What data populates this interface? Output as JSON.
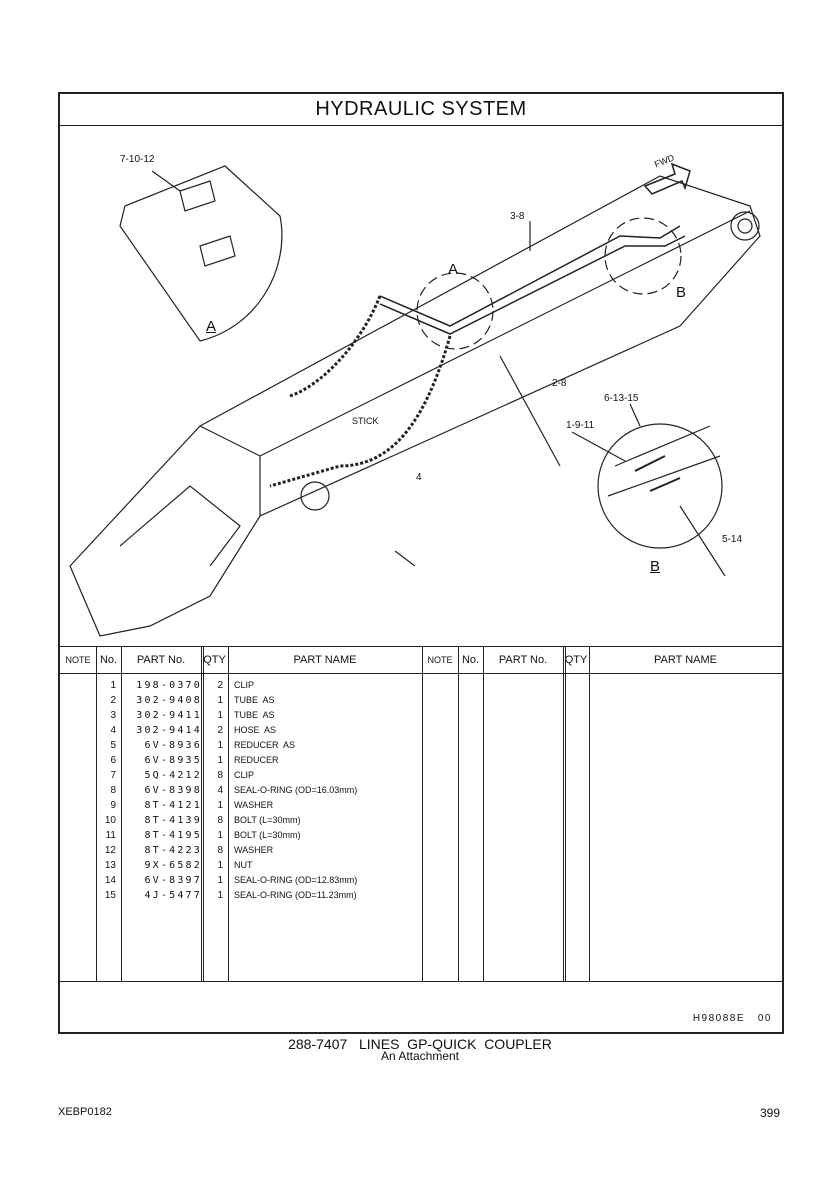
{
  "title": "HYDRAULIC  SYSTEM",
  "drawing": {
    "callouts": {
      "c1": "7-10-12",
      "c2": "A",
      "c3": "3-8",
      "c4": "A",
      "c5": "B",
      "c6": "2-8",
      "c7": "STICK",
      "c8": "6-13-15",
      "c9": "1-9-11",
      "c10": "4",
      "c11": "5-14",
      "c12": "B",
      "fwd": "FWD"
    }
  },
  "table": {
    "headers": {
      "note": "NOTE",
      "no": "No.",
      "part_no": "PART No.",
      "qty": "QTY",
      "part_name": "PART NAME"
    },
    "rows": [
      {
        "no": "1",
        "part_no": "198-0370",
        "qty": "2",
        "name": "CLIP"
      },
      {
        "no": "2",
        "part_no": "302-9408",
        "qty": "1",
        "name": "TUBE  AS"
      },
      {
        "no": "3",
        "part_no": "302-9411",
        "qty": "1",
        "name": "TUBE  AS"
      },
      {
        "no": "4",
        "part_no": "302-9414",
        "qty": "2",
        "name": "HOSE  AS"
      },
      {
        "no": "5",
        "part_no": "6V-8936",
        "qty": "1",
        "name": "REDUCER  AS"
      },
      {
        "no": "6",
        "part_no": "6V-8935",
        "qty": "1",
        "name": "REDUCER"
      },
      {
        "no": "7",
        "part_no": "5Q-4212",
        "qty": "8",
        "name": "CLIP"
      },
      {
        "no": "8",
        "part_no": "6V-8398",
        "qty": "4",
        "name": "SEAL-O-RING (OD=16.03mm)"
      },
      {
        "no": "9",
        "part_no": "8T-4121",
        "qty": "1",
        "name": "WASHER"
      },
      {
        "no": "10",
        "part_no": "8T-4139",
        "qty": "8",
        "name": "BOLT (L=30mm)"
      },
      {
        "no": "11",
        "part_no": "8T-4195",
        "qty": "1",
        "name": "BOLT (L=30mm)"
      },
      {
        "no": "12",
        "part_no": "8T-4223",
        "qty": "8",
        "name": "WASHER"
      },
      {
        "no": "13",
        "part_no": "9X-6582",
        "qty": "1",
        "name": "NUT"
      },
      {
        "no": "14",
        "part_no": "6V-8397",
        "qty": "1",
        "name": "SEAL-O-RING (OD=12.83mm)"
      },
      {
        "no": "15",
        "part_no": "4J-5477",
        "qty": "1",
        "name": "SEAL-O-RING (OD=11.23mm)"
      }
    ]
  },
  "illustration_ref": "H98088E   00",
  "group_title": "288-7407   LINES  GP-QUICK  COUPLER",
  "subtitle": "An Attachment",
  "doc_id": "XEBP0182",
  "page_number": "399"
}
